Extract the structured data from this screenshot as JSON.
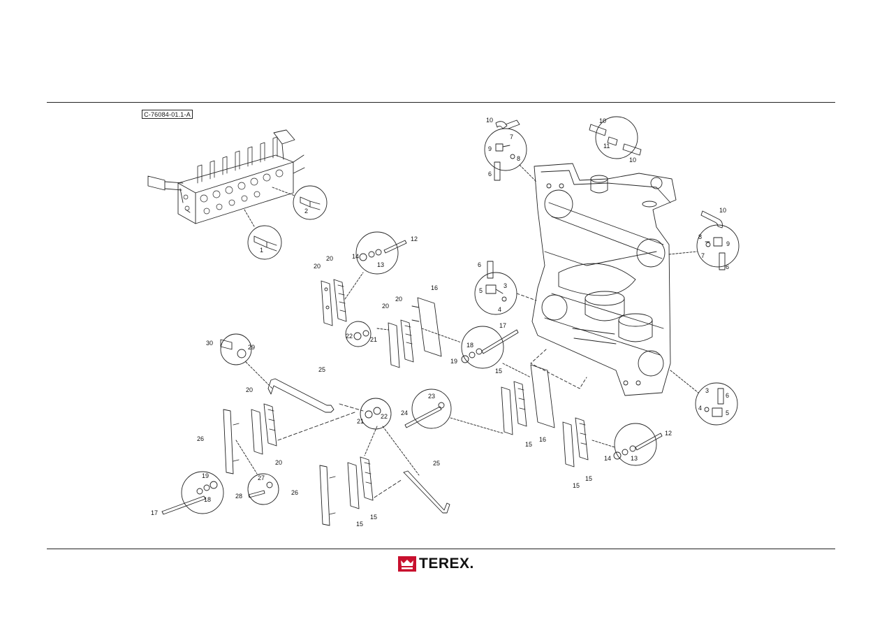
{
  "page": {
    "drawing_reference": "C-76084-01.1-A"
  },
  "footer": {
    "brand_name": "TEREX.",
    "brand_color": "#c8102e"
  },
  "callouts": {
    "vb_1": "1",
    "vb_2": "2",
    "ft_10": "10",
    "ft_7": "7",
    "ft_9": "9",
    "ft_8": "8",
    "ft_6": "6",
    "tl_10a": "10",
    "tl_11": "11",
    "tl_10b": "10",
    "rt_10": "10",
    "rt_8": "8",
    "rt_9": "9",
    "rt_7": "7",
    "rt_6": "6",
    "ce_6": "6",
    "ce_3": "3",
    "ce_5": "5",
    "ce_4": "4",
    "rb_3": "3",
    "rb_6": "6",
    "rb_4": "4",
    "rb_5": "5",
    "ul_20a": "20",
    "ul_20b": "20",
    "ul_14": "14",
    "ul_13": "13",
    "ul_12": "12",
    "mid_16": "16",
    "mid_20a": "20",
    "mid_20b": "20",
    "mid_22": "22",
    "mid_21": "21",
    "mid_17": "17",
    "mid_18": "18",
    "mid_19": "19",
    "mid_15a": "15",
    "mid_15b": "15",
    "mid_16b": "16",
    "lr_12": "12",
    "lr_14": "14",
    "lr_13": "13",
    "lr_15a": "15",
    "lr_15b": "15",
    "ll_30": "30",
    "ll_29": "29",
    "ll_25": "25",
    "ll_20a": "20",
    "ll_20b": "20",
    "ll_26": "26",
    "ll_21": "21",
    "ll_22": "22",
    "ll_23": "23",
    "ll_24": "24",
    "ll_19": "19",
    "ll_18": "18",
    "ll_17": "17",
    "ll_27": "27",
    "ll_28": "28",
    "bt_26": "26",
    "bt_15a": "15",
    "bt_15b": "15",
    "bt_25": "25"
  }
}
